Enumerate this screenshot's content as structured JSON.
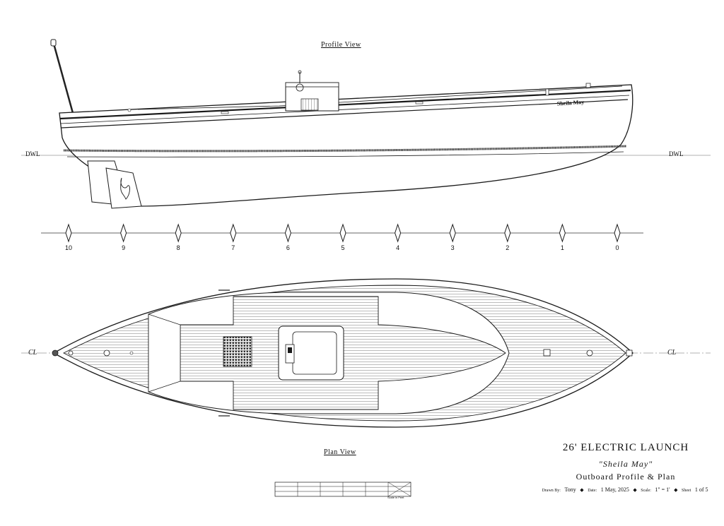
{
  "drawing": {
    "profile_title": "Profile View",
    "plan_title": "Plan View",
    "waterline_label_left": "DWL",
    "waterline_label_right": "DWL",
    "centerline_label_left": "CL",
    "centerline_label_right": "CL",
    "boat_name_on_hull": "Sheila May"
  },
  "stations": [
    "10",
    "9",
    "8",
    "7",
    "6",
    "5",
    "4",
    "3",
    "2",
    "1",
    "0"
  ],
  "title_block": {
    "title": "26' ELECTRIC LAUNCH",
    "boat_name": "\"Sheila May\"",
    "sheet_description": "Outboard Profile & Plan",
    "drawn_by_label": "Drawn By:",
    "drawn_by": "Tony",
    "date_label": "Date:",
    "date": "1 May, 2025",
    "scale_label": "Scale:",
    "scale": "1\" = 1'",
    "sheet_label": "Sheet",
    "sheet": "1 of 5"
  },
  "scale_bar": {
    "caption": "Scale in Feet"
  },
  "colors": {
    "line": "#1a1a1a",
    "background": "#ffffff"
  }
}
